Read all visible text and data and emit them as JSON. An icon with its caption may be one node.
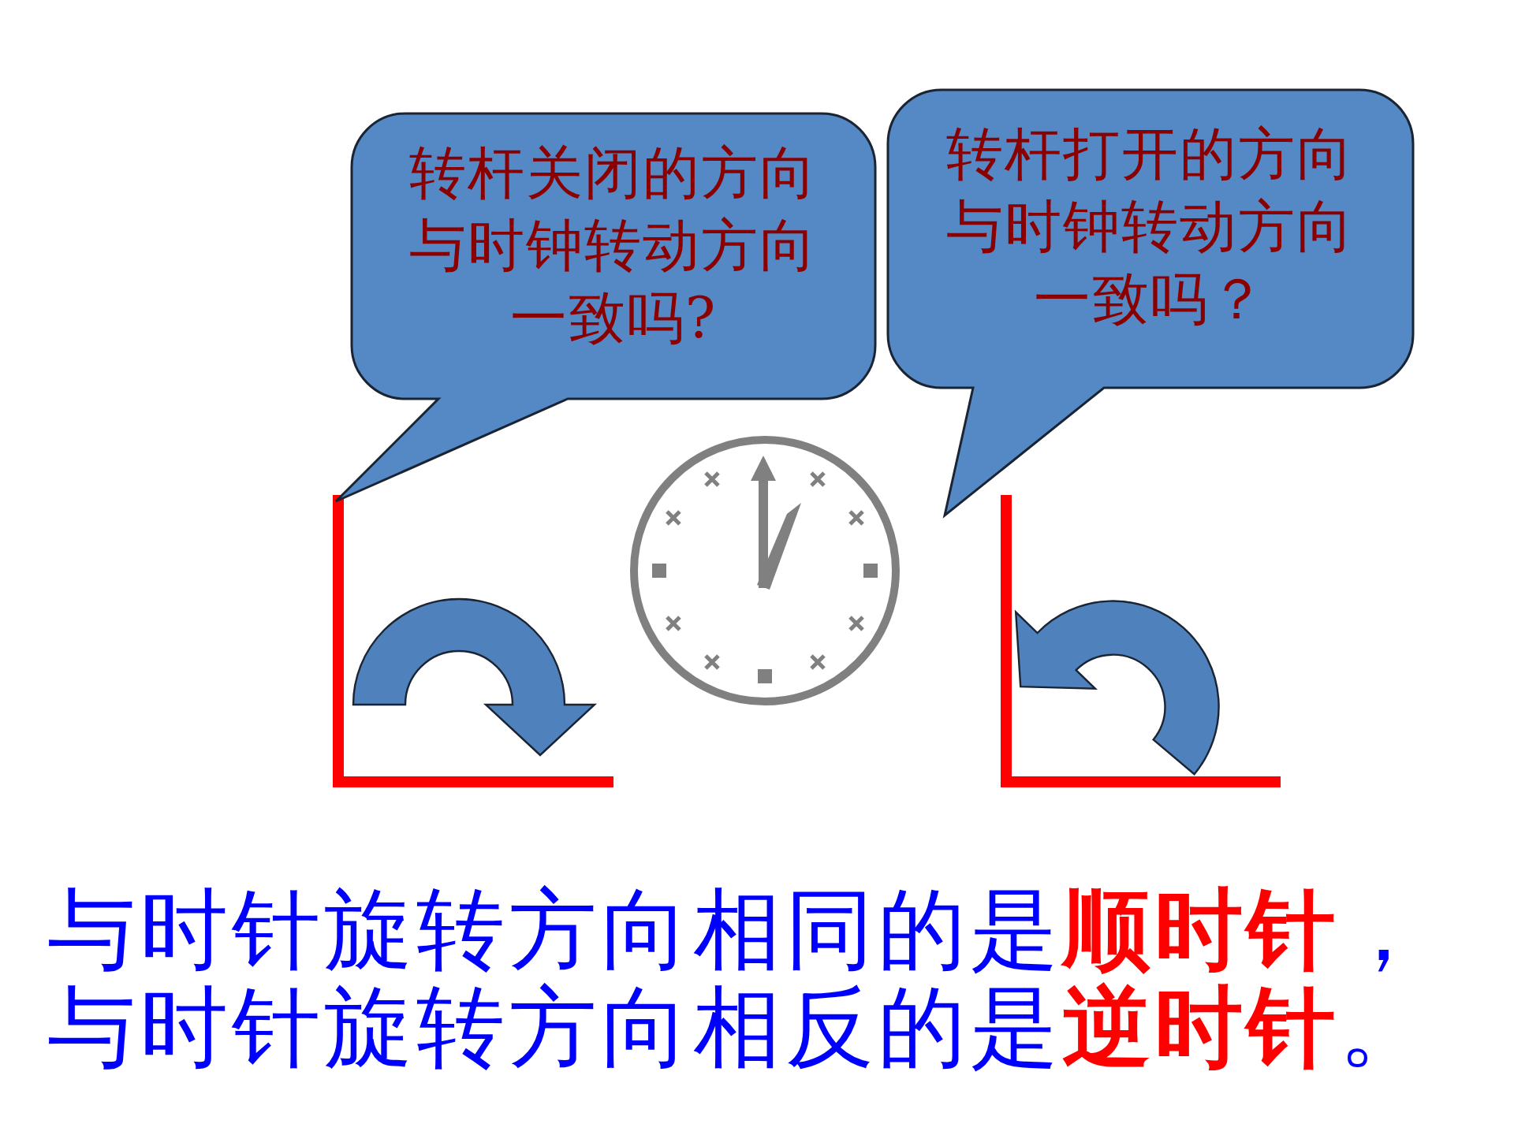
{
  "diagram": {
    "nodes": [
      {
        "text": [
          "转杆关闭的方向与时钟转动方向一致吗?"
        ]
      },
      {
        "text": [
          "转杆打开的方向与时钟转动方向一致吗？"
        ]
      }
    ],
    "labels": [
      "与时针旋转方向相同的是**顺时针**，",
      "与时针旋转方向相反的是**逆时针**。"
    ]
  }
}
